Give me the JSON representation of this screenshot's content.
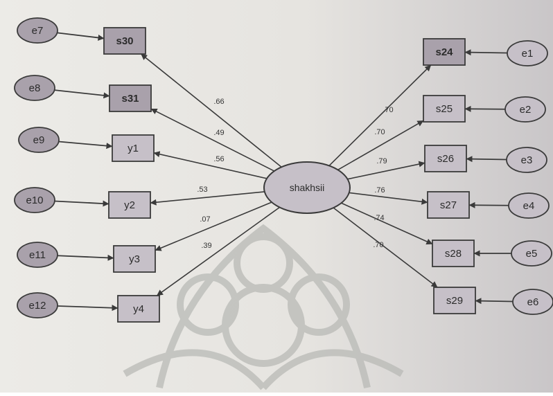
{
  "diagram": {
    "latent": {
      "id": "latent",
      "label": "shakhsii"
    },
    "observed": [
      {
        "id": "s30",
        "label": "s30",
        "error": "e7",
        "coefficient": ".66"
      },
      {
        "id": "s31",
        "label": "s31",
        "error": "e8",
        "coefficient": ".49"
      },
      {
        "id": "y1",
        "label": "y1",
        "error": "e9",
        "coefficient": ".56"
      },
      {
        "id": "y2",
        "label": "y2",
        "error": "e10",
        "coefficient": ".53"
      },
      {
        "id": "y3",
        "label": "y3",
        "error": "e11",
        "coefficient": ".07"
      },
      {
        "id": "y4",
        "label": "y4",
        "error": "e12",
        "coefficient": ".39"
      },
      {
        "id": "s24",
        "label": "s24",
        "error": "e1",
        "coefficient": ".70"
      },
      {
        "id": "s25",
        "label": "s25",
        "error": "e2",
        "coefficient": ".70"
      },
      {
        "id": "s26",
        "label": "s26",
        "error": "e3",
        "coefficient": ".79"
      },
      {
        "id": "s27",
        "label": "s27",
        "error": "e4",
        "coefficient": ".76"
      },
      {
        "id": "s28",
        "label": "s28",
        "error": "e5",
        "coefficient": ".74"
      },
      {
        "id": "s29",
        "label": "s29",
        "error": "e6",
        "coefficient": ".70"
      }
    ]
  },
  "colors": {
    "background": "#e8e6e1",
    "node_fill": "#c6c0c8",
    "node_fill_dark": "#a9a1ab",
    "stroke": "#3a3a3a",
    "watermark": "#b7b8b4"
  }
}
